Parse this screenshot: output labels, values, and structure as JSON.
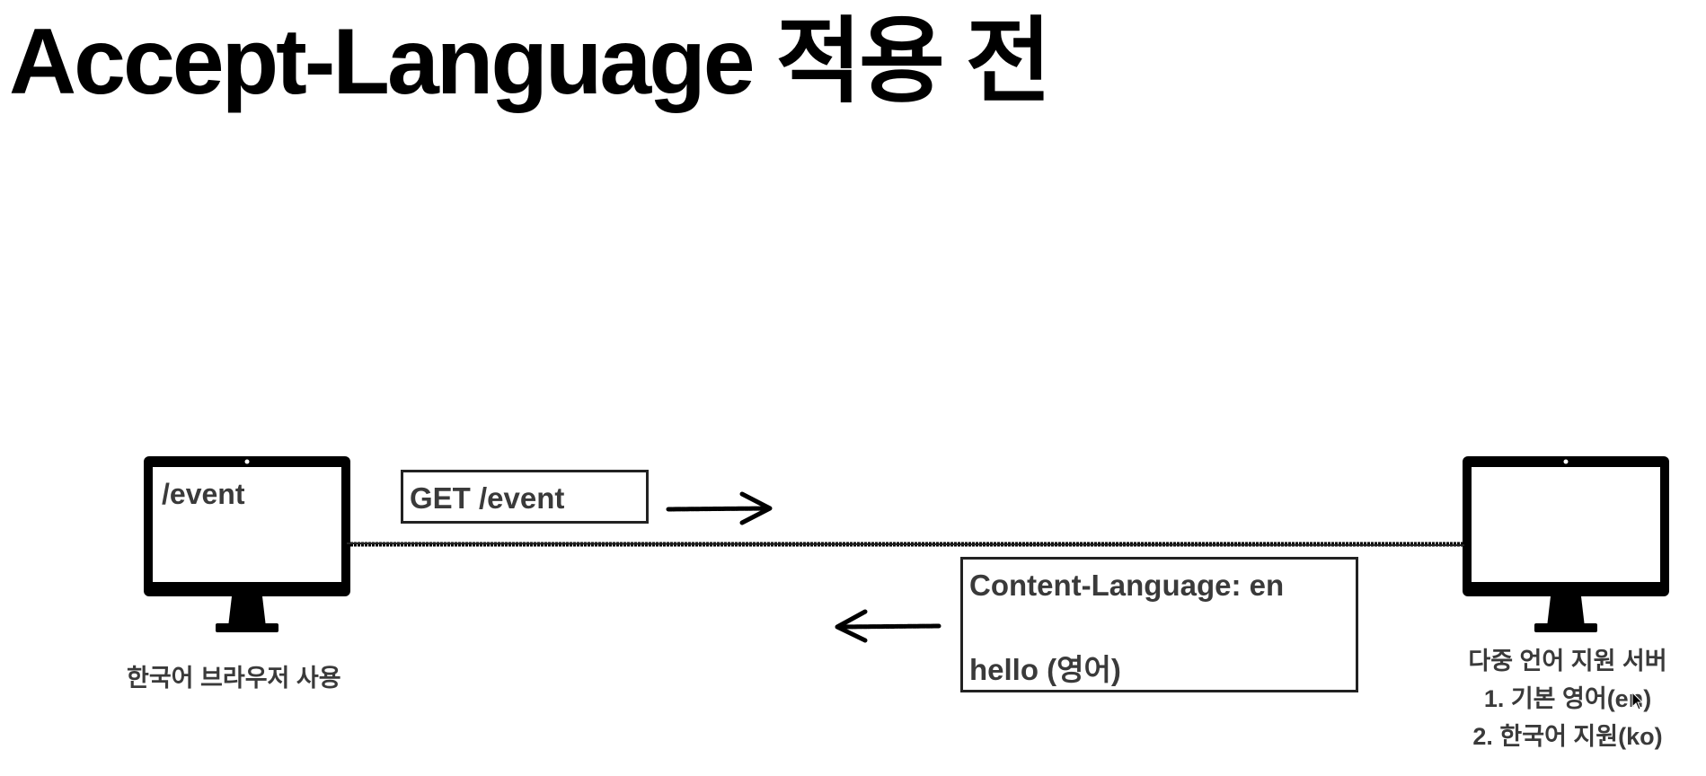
{
  "slide": {
    "title": "Accept-Language 적용 전"
  },
  "client": {
    "icon": "desktop-monitor-icon",
    "screen_text": "/event",
    "caption": "한국어 브라우저 사용"
  },
  "request": {
    "label": "GET /event",
    "direction": "client-to-server"
  },
  "response": {
    "header_line": "Content-Language: en",
    "body_line": "hello (영어)",
    "direction": "server-to-client"
  },
  "server": {
    "icon": "desktop-monitor-icon",
    "caption_lines": [
      "다중 언어 지원 서버",
      "1. 기본 영어(en)",
      "2. 한국어 지원(ko)"
    ]
  },
  "colors": {
    "background": "#ffffff",
    "title_text": "#000000",
    "body_text": "#3a3a3a",
    "monitor": "#000000",
    "box_border": "#222222"
  }
}
